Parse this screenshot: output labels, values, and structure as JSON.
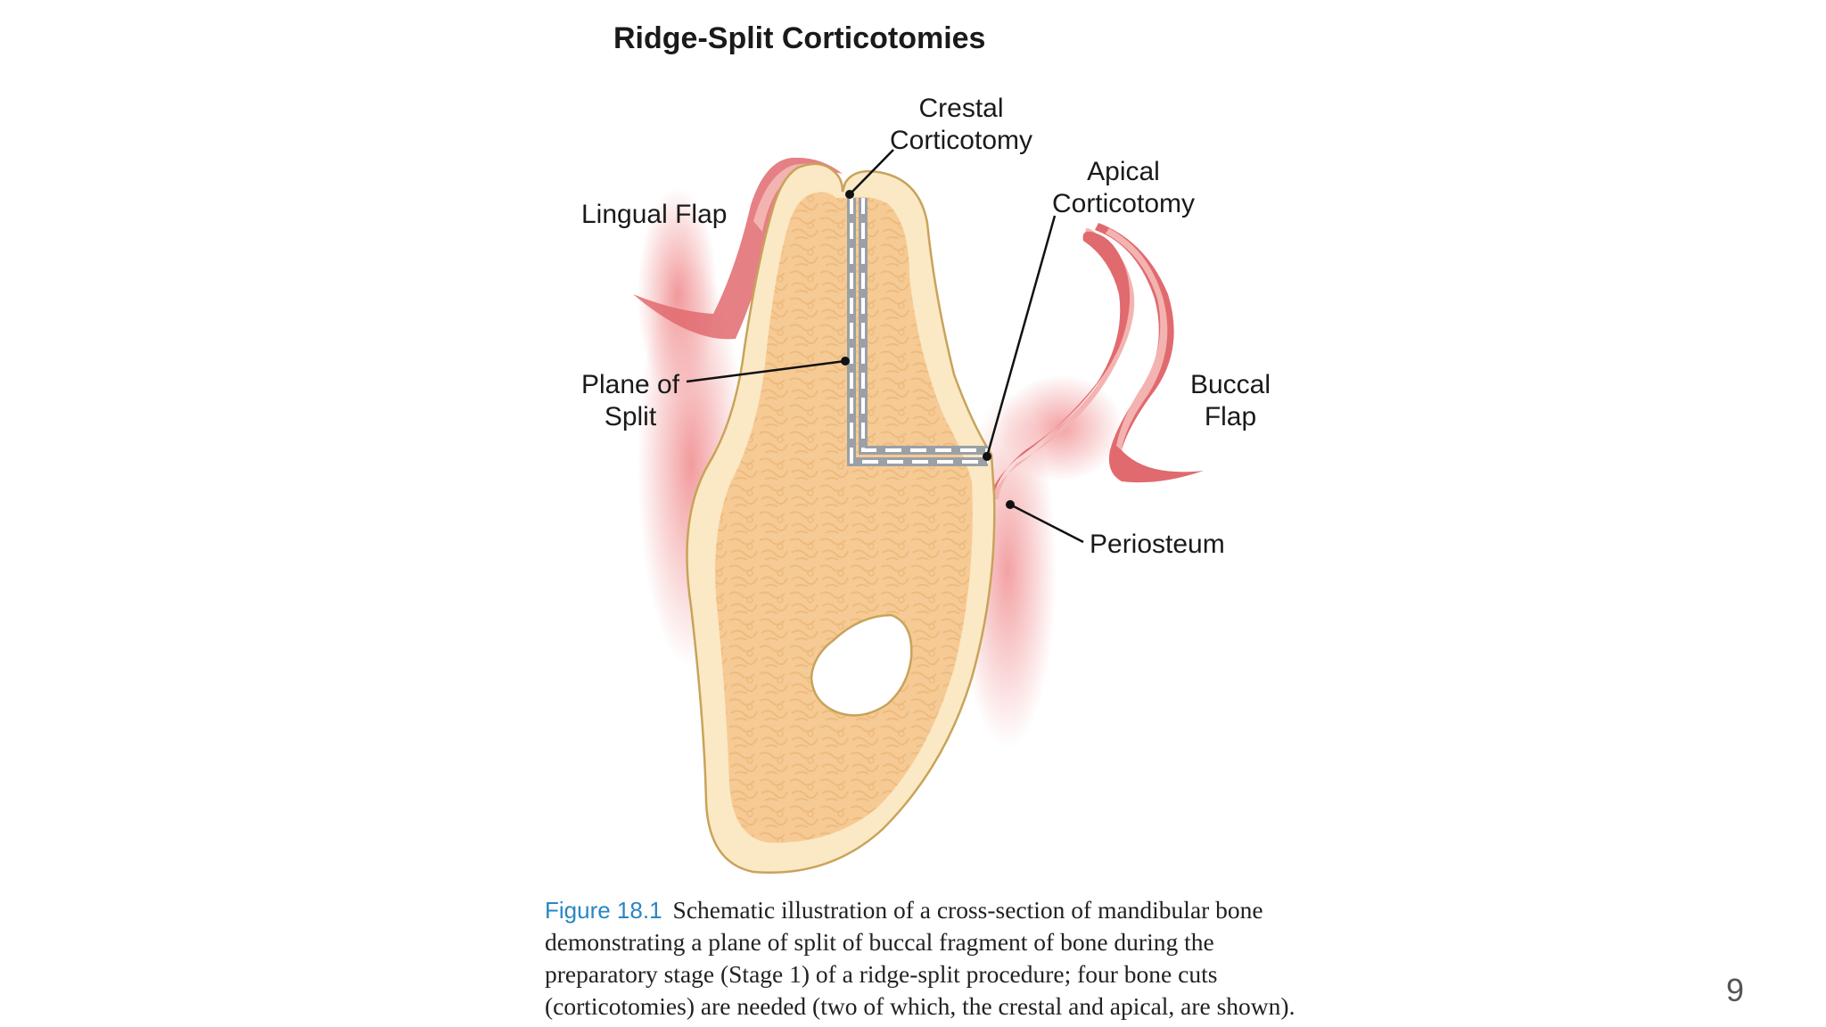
{
  "figure": {
    "title": "Ridge-Split Corticotomies",
    "labels": {
      "crestal_line1": "Crestal",
      "crestal_line2": "Corticotomy",
      "apical_line1": "Apical",
      "apical_line2": "Corticotomy",
      "lingual_flap": "Lingual Flap",
      "plane_line1": "Plane of",
      "plane_line2": "Split",
      "buccal_line1": "Buccal",
      "buccal_line2": "Flap",
      "periosteum": "Periosteum"
    },
    "colors": {
      "bone_fill": "#f6ca94",
      "cortex_fill": "#fbe8c5",
      "bone_outline": "#c8a35a",
      "flap_red": "#e06a6e",
      "flap_light": "#f3b3b1",
      "cut_line": "#9aa0a6"
    }
  },
  "caption": {
    "label": "Figure 18.1",
    "line1": "Schematic illustration of a cross-section of mandibular bone",
    "line2": "demonstrating a plane of split of buccal fragment of bone during the",
    "line3": "preparatory stage (Stage 1) of a ridge-split procedure; four bone cuts",
    "line4": "(corticotomies) are needed (two of which, the crestal and apical, are shown)."
  },
  "page_number": "9"
}
